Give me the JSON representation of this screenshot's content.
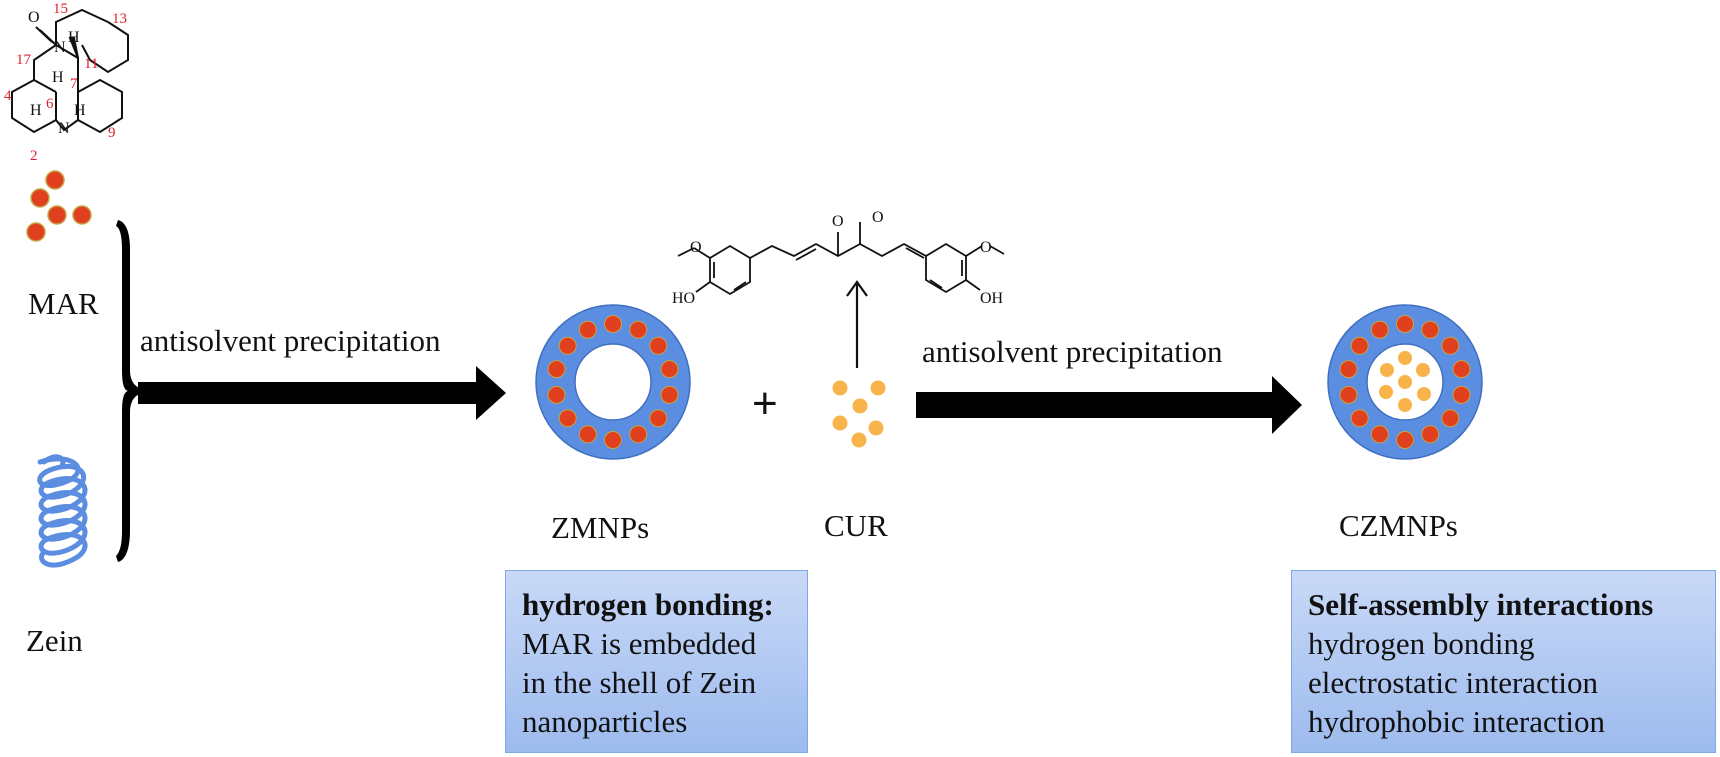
{
  "labels": {
    "mar": "MAR",
    "zein": "Zein",
    "step1": "antisolvent precipitation",
    "step2": "antisolvent precipitation",
    "zmnps": "ZMNPs",
    "cur": "CUR",
    "czmnps": "CZMNPs",
    "plus": "+"
  },
  "box_zmnps": {
    "heading": "hydrogen bonding:",
    "lines": [
      "MAR is embedded",
      "in the shell of Zein",
      "nanoparticles"
    ]
  },
  "box_czmnps": {
    "heading": "Self-assembly interactions",
    "lines": [
      "hydrogen bonding",
      "electrostatic interaction",
      "hydrophobic interaction"
    ]
  },
  "mar_structure": {
    "numbers": [
      "15",
      "13",
      "17",
      "11",
      "7",
      "6",
      "4",
      "9",
      "2"
    ],
    "atoms": [
      "O",
      "N",
      "N",
      "H",
      "H",
      "H",
      "H"
    ]
  },
  "cur_structure": {
    "atoms": [
      "O",
      "O",
      "HO",
      "OH"
    ]
  },
  "colors": {
    "mar_particle": "#e0401e",
    "cur_particle": "#f8b44a",
    "nanoparticle_shell": "#5b8de0",
    "zein_helix": "#5b8de0",
    "arrow": "#000000",
    "box_fill": "#b3caf3"
  }
}
